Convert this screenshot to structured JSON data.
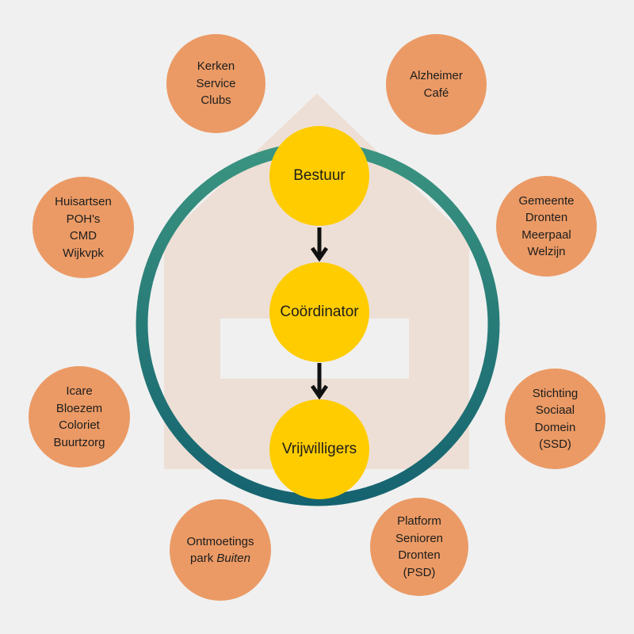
{
  "colors": {
    "background": "#f0f0f0",
    "house": "#eddfd5",
    "ring_gradient_top": "#3a9480",
    "ring_gradient_bottom": "#156370",
    "core_fill": "#ffcc00",
    "partner_fill": "#eb9a65",
    "arrow": "#111111"
  },
  "core": {
    "board": "Bestuur",
    "coordinator": "Coördinator",
    "volunteers": "Vrijwilligers"
  },
  "partners": {
    "churches": {
      "line1": "Kerken",
      "line2": "Service",
      "line3": "Clubs"
    },
    "alzheimer": {
      "line1": "Alzheimer",
      "line2": "Café"
    },
    "gp": {
      "line1": "Huisartsen",
      "line2": "POH's",
      "line3": "CMD",
      "line4": "Wijkvpk"
    },
    "municipality": {
      "line1": "Gemeente",
      "line2": "Dronten",
      "line3": "Meerpaal",
      "line4": "Welzijn"
    },
    "care": {
      "line1": "Icare",
      "line2": "Bloezem",
      "line3": "Coloriet",
      "line4": "Buurtzorg"
    },
    "ssd": {
      "line1": "Stichting",
      "line2": "Sociaal",
      "line3": "Domein",
      "line4": "(SSD)"
    },
    "meeting_park": {
      "line1": "Ontmoetings",
      "line2_prefix": "park ",
      "line2_emphasis": "Buiten"
    },
    "psd": {
      "line1": "Platform",
      "line2": "Senioren",
      "line3": "Dronten",
      "line4": "(PSD)"
    }
  }
}
